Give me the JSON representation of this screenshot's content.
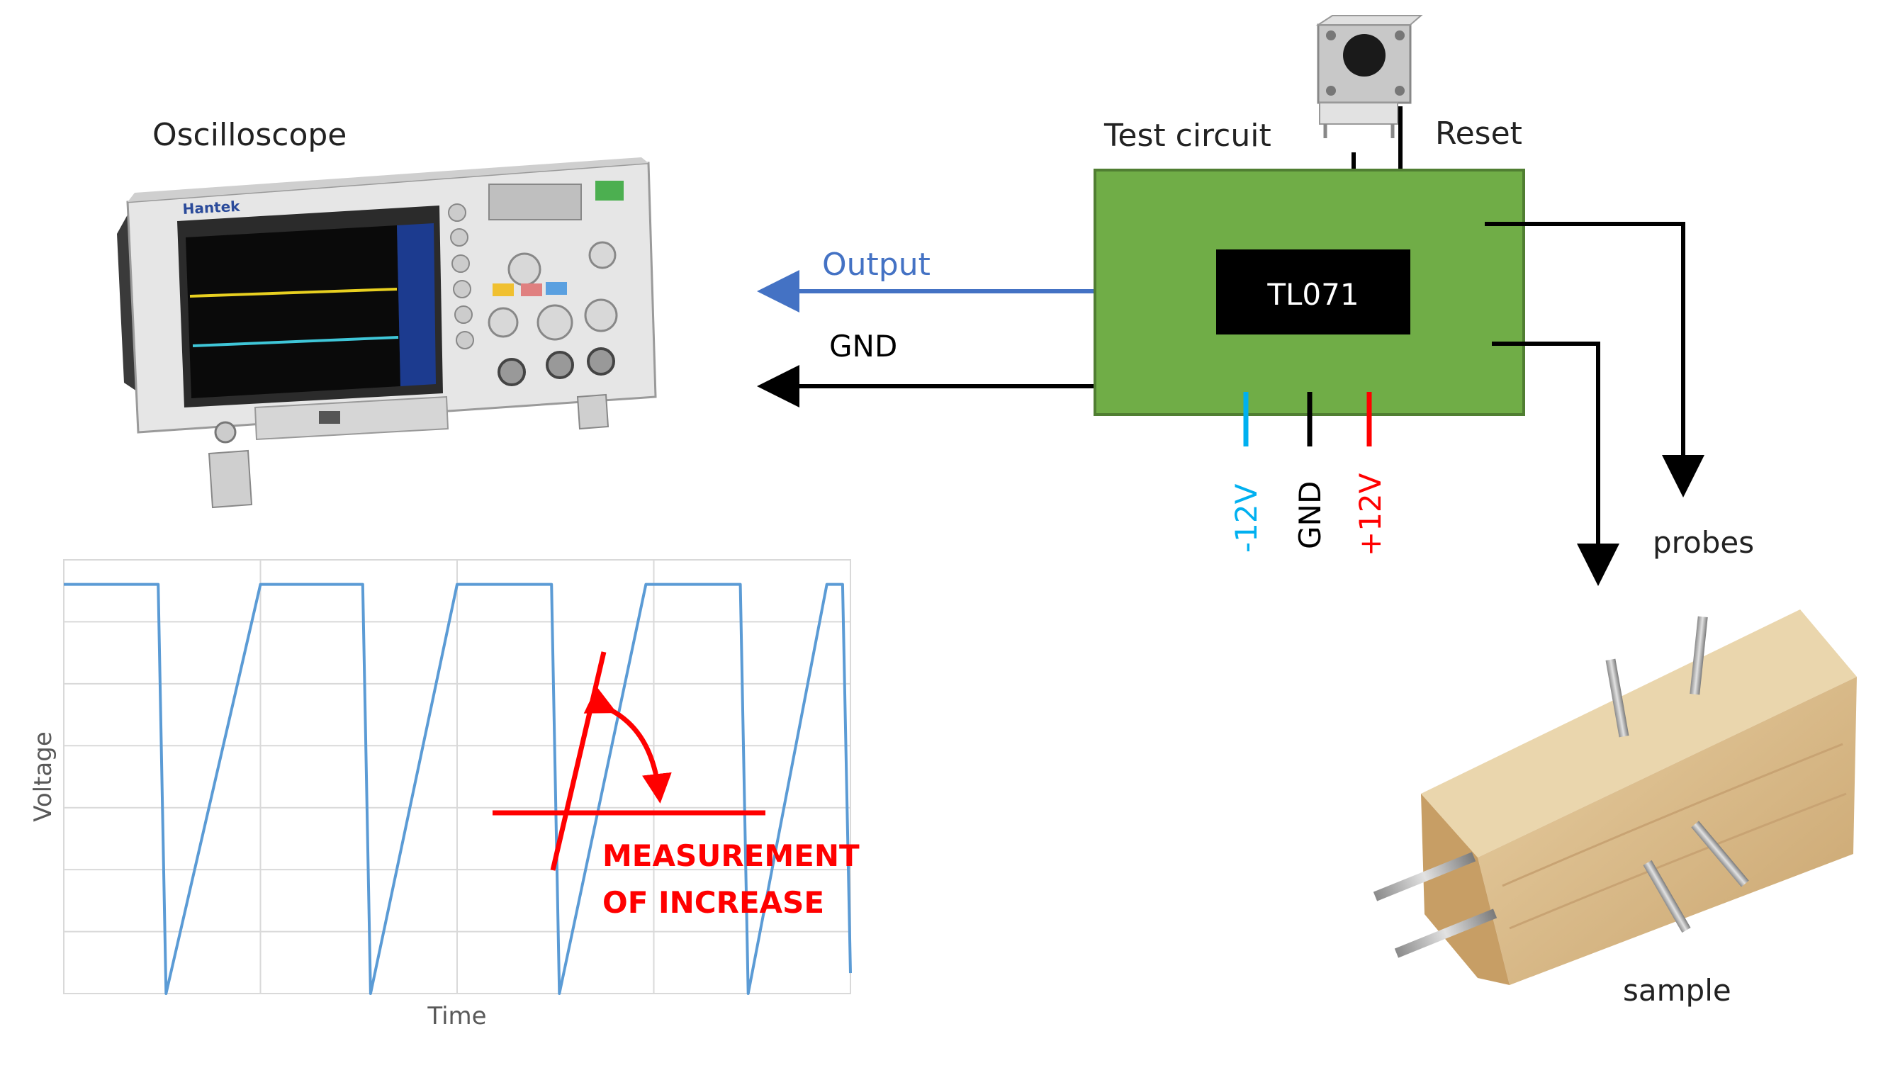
{
  "labels": {
    "oscilloscope": "Oscilloscope",
    "test_circuit": "Test circuit",
    "reset": "Reset",
    "chip": "TL071",
    "output": "Output",
    "gnd_left": "GND",
    "neg12": "-12V",
    "gnd_pin": "GND",
    "pos12": "+12V",
    "probes": "probes",
    "sample": "sample",
    "measurement_line1": "MEASUREMENT",
    "measurement_line2": "OF INCREASE"
  },
  "scope": {
    "brand": "Hantek"
  },
  "colors": {
    "board_green": "#70ad47",
    "chip_black": "#000000",
    "output_blue": "#4472c4",
    "neg_rail_blue": "#00b0f0",
    "pos_rail_red": "#ff0000",
    "wave_blue": "#5b9bd5",
    "annotation_red": "#ff0000",
    "wood": "#d8b98a"
  },
  "icons": {
    "tactile-switch": "reset-button-icon",
    "scope-device": "oscilloscope-icon",
    "sample-block": "wood-sample-icon"
  },
  "chart_data": {
    "type": "line",
    "title": "",
    "xlabel": "Time",
    "ylabel": "Voltage",
    "grid": true,
    "series": [
      {
        "name": "",
        "x": [
          0,
          12,
          13,
          25,
          38,
          39,
          50,
          62,
          63,
          74,
          86,
          87,
          97,
          99,
          100
        ],
        "y": [
          1,
          1,
          0,
          1,
          1,
          0,
          1,
          1,
          0,
          1,
          1,
          0,
          1,
          1,
          0.05
        ]
      }
    ],
    "xlim": [
      0,
      100
    ],
    "ylim": [
      0,
      1.06
    ]
  }
}
